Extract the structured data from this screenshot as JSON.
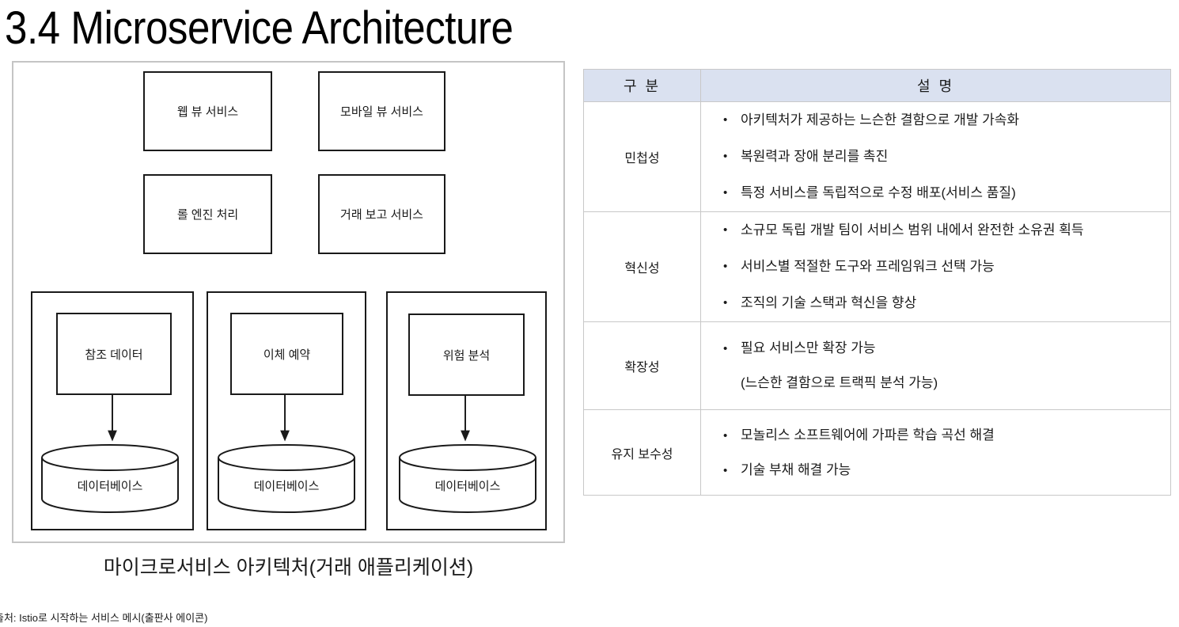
{
  "slide": {
    "title": "3.4 Microservice Architecture"
  },
  "diagram": {
    "caption": "마이크로서비스 아키텍처(거래 애플리케이션)",
    "source_note": "출처: Istio로 시작하는 서비스 메시(출판사 에이콘)",
    "service_boxes": [
      {
        "id": "web",
        "label": "웹 뷰 서비스"
      },
      {
        "id": "mobile",
        "label": "모바일 뷰 서비스"
      },
      {
        "id": "rule",
        "label": "롤 엔진 처리"
      },
      {
        "id": "report",
        "label": "거래 보고 서비스"
      }
    ],
    "groups": [
      {
        "id": "reference-data",
        "service": "참조 데이터",
        "database": "데이터베이스"
      },
      {
        "id": "transfer-booking",
        "service": "이체 예약",
        "database": "데이터베이스"
      },
      {
        "id": "risk-analysis",
        "service": "위험 분석",
        "database": "데이터베이스"
      }
    ],
    "colors": {
      "panel_border": "#c5c5c5",
      "shape_stroke": "#1a1a1a",
      "shape_fill": "#ffffff"
    }
  },
  "table": {
    "headers": [
      "구  분",
      "설  명"
    ],
    "header_background": "#dae1f0",
    "border_color": "#c8c8c8",
    "rows": [
      {
        "id": "agility",
        "category": "민첩성",
        "items": [
          {
            "text": "아키텍처가 제공하는 느슨한 결함으로 개발 가속화",
            "bullet": true
          },
          {
            "text": "복원력과 장애 분리를 촉진",
            "bullet": true
          },
          {
            "text": "특정 서비스를 독립적으로 수정 배포(서비스 품질)",
            "bullet": true
          }
        ]
      },
      {
        "id": "innovation",
        "category": "혁신성",
        "items": [
          {
            "text": "소규모 독립 개발 팀이 서비스 범위 내에서 완전한 소유권 획득",
            "bullet": true
          },
          {
            "text": "서비스별 적절한 도구와 프레임워크 선택 가능",
            "bullet": true
          },
          {
            "text": "조직의 기술 스택과 혁신을 향상",
            "bullet": true
          }
        ]
      },
      {
        "id": "scalability",
        "category": "확장성",
        "items": [
          {
            "text": "필요 서비스만 확장 가능",
            "bullet": true
          },
          {
            "text": "(느슨한 결함으로 트랙픽 분석 가능)",
            "bullet": false
          }
        ]
      },
      {
        "id": "maintainability",
        "category": "유지 보수성",
        "items": [
          {
            "text": "모놀리스 소프트웨어에 가파른 학습 곡선 해결",
            "bullet": true
          },
          {
            "text": "기술 부채 해결 가능",
            "bullet": true
          }
        ]
      }
    ]
  }
}
